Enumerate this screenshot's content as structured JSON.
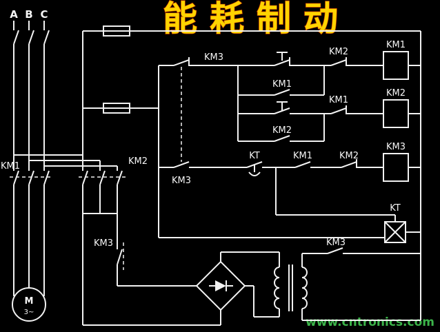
{
  "title": "能耗制动",
  "watermark": "www.cntronics.com",
  "colors": {
    "title": "#ffd400",
    "watermark": "#3cb44a",
    "line": "#f2f2f2",
    "background": "#000000"
  },
  "phases": {
    "a": "A",
    "b": "B",
    "c": "C"
  },
  "power": {
    "km1_contacts": "KM1",
    "km2_contacts": "KM2",
    "km3_brake_contact": "KM3",
    "motor": "M",
    "motor_phase": "3~"
  },
  "control": {
    "km3_nc": "KM3",
    "km2_interlock1": "KM2",
    "km1_seal": "KM1",
    "km1_interlock2": "KM1",
    "km2_seal": "KM2",
    "km3_no": "KM3",
    "kt_contact": "KT",
    "km1_no": "KM1",
    "km2_interlock3": "KM2",
    "km3_transformer": "KM3",
    "coils": {
      "km1": "KM1",
      "km2": "KM2",
      "km3": "KM3",
      "kt": "KT"
    }
  }
}
